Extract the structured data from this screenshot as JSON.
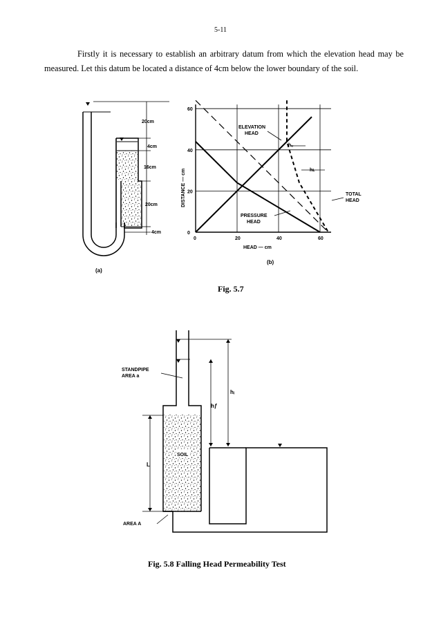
{
  "page_number": "5-11",
  "paragraph": "Firstly it is necessary to establish an arbitrary datum from which the elevation head may be measured.  Let this datum be located a distance of 4cm below the lower boundary of the soil.",
  "fig57": {
    "a": {
      "dim_top": "20cm",
      "dim_4cm_top": "4cm",
      "dim_16cm": "16cm",
      "dim_20cm": "20cm",
      "dim_4cm_bottom": "4cm",
      "panel_label": "(a)"
    },
    "b": {
      "y_axis_label": "DISTANCE — cm",
      "x_axis_label": "HEAD — cm",
      "y_ticks": [
        "0",
        "20",
        "40",
        "60"
      ],
      "x_ticks": [
        "0",
        "20",
        "40",
        "60"
      ],
      "elevation_head": [
        "ELEVATION",
        "HEAD"
      ],
      "pressure_head": [
        "PRESSURE",
        "HEAD"
      ],
      "total_head": [
        "TOTAL",
        "HEAD"
      ],
      "hu": "hᵤ",
      "hl": "hʟ",
      "panel_label": "(b)"
    },
    "caption": "Fig. 5.7"
  },
  "fig58": {
    "standpipe": [
      "STANDPIPE",
      "AREA a"
    ],
    "hi": "hᵢ",
    "hf": "hƒ",
    "length": "L",
    "soil": "SOIL",
    "area": "AREA  A",
    "caption": "Fig. 5.8  Falling Head Permeability Test"
  },
  "chart_data": {
    "type": "line",
    "title": "",
    "xlabel": "HEAD — cm",
    "ylabel": "DISTANCE — cm",
    "xlim": [
      0,
      64
    ],
    "ylim": [
      0,
      62
    ],
    "grid": true,
    "series": [
      {
        "name": "ELEVATION HEAD",
        "style": "dashed-long",
        "x": [
          0,
          64
        ],
        "y": [
          64,
          0
        ]
      },
      {
        "name": "PRESSURE HEAD",
        "style": "solid",
        "x": [
          0,
          20,
          60
        ],
        "y": [
          44,
          24,
          0
        ]
      },
      {
        "name": "TOTAL HEAD",
        "style": "dashed-short",
        "x": [
          44,
          44,
          50,
          64
        ],
        "y": [
          64,
          44,
          24,
          0
        ]
      },
      {
        "name": "",
        "style": "solid",
        "x": [
          0,
          56
        ],
        "y": [
          0,
          56
        ]
      }
    ]
  }
}
